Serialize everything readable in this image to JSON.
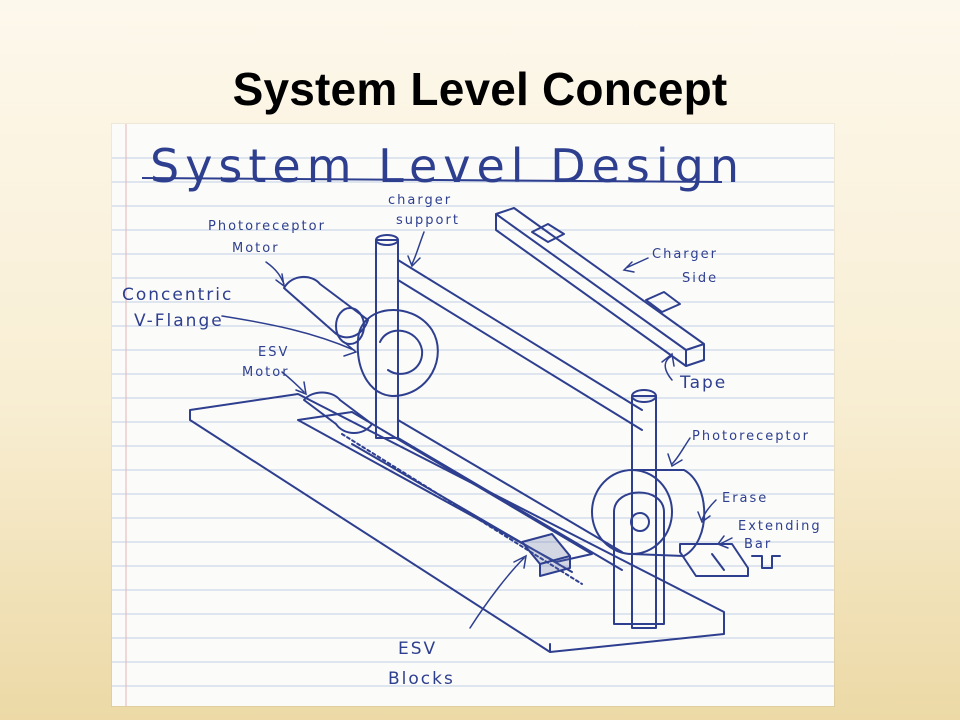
{
  "slide": {
    "title": "System Level Concept"
  },
  "sketch": {
    "heading": "System Level Design",
    "labels": {
      "photoreceptor_motor_1": "Photoreceptor",
      "photoreceptor_motor_2": "Motor",
      "charger_support_1": "charger",
      "charger_support_2": "support",
      "charger_side_1": "Charger",
      "charger_side_2": "Side",
      "concentric": "Concentric",
      "v_flange": "V-Flange",
      "esv_motor_1": "ESV",
      "esv_motor_2": "Motor",
      "tape": "Tape",
      "photoreceptor": "Photoreceptor",
      "erase": "Erase",
      "extending_1": "Extending",
      "extending_2": "Bar",
      "esv_blocks_1": "ESV",
      "esv_blocks_2": "Blocks"
    }
  },
  "colors": {
    "ink": "#2e3f8f",
    "ruled_line": "#c3cfe4",
    "margin_line": "#e3b5b5"
  }
}
